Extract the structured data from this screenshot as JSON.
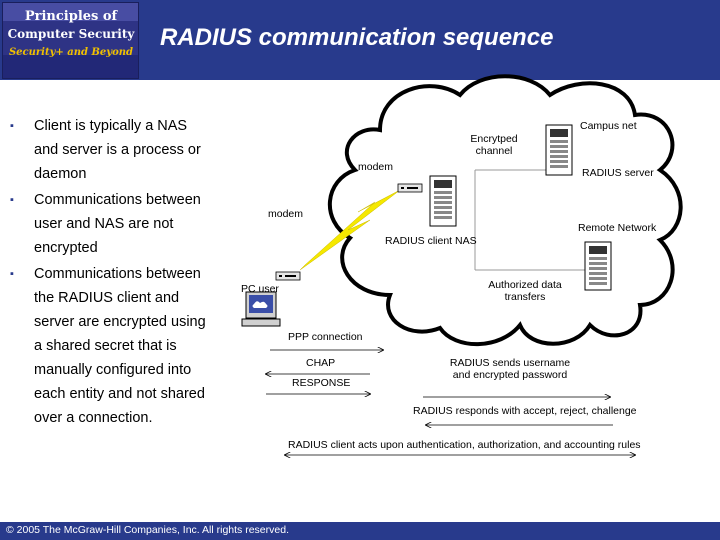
{
  "header": {
    "title": "RADIUS communication sequence",
    "logo": {
      "line1": "Principles of",
      "line2": "Computer Security",
      "line3": "Security+ and Beyond"
    }
  },
  "bullets": [
    "Client is typically a NAS and server is a process or daemon",
    "Communications between user and NAS are not encrypted",
    "Communications between the RADIUS client and server are encrypted using a shared secret that is manually configured into each entity and not shared over a connection."
  ],
  "diagram": {
    "campus_net": "Campus net",
    "encrypted_channel": "Encrytped channel",
    "radius_server": "RADIUS server",
    "modem_top": "modem",
    "modem_left": "modem",
    "radius_client_nas": "RADIUS client NAS",
    "remote_network": "Remote Network",
    "authorized_data_transfers": "Authorized data transfers",
    "pc_user": "PC user",
    "ppp_connection": "PPP connection",
    "chap": "CHAP",
    "response": "RESPONSE",
    "radius_sends": "RADIUS sends username and encrypted password",
    "radius_responds": "RADIUS responds with accept, reject, challenge",
    "radius_client_acts": "RADIUS client acts upon authentication, authorization, and accounting rules"
  },
  "footer": {
    "copyright": "© 2005 The McGraw-Hill Companies, Inc. All rights reserved."
  },
  "colors": {
    "header_bg": "#283a8c",
    "bullet": "#283a8c",
    "lightning": "#f5e800"
  }
}
